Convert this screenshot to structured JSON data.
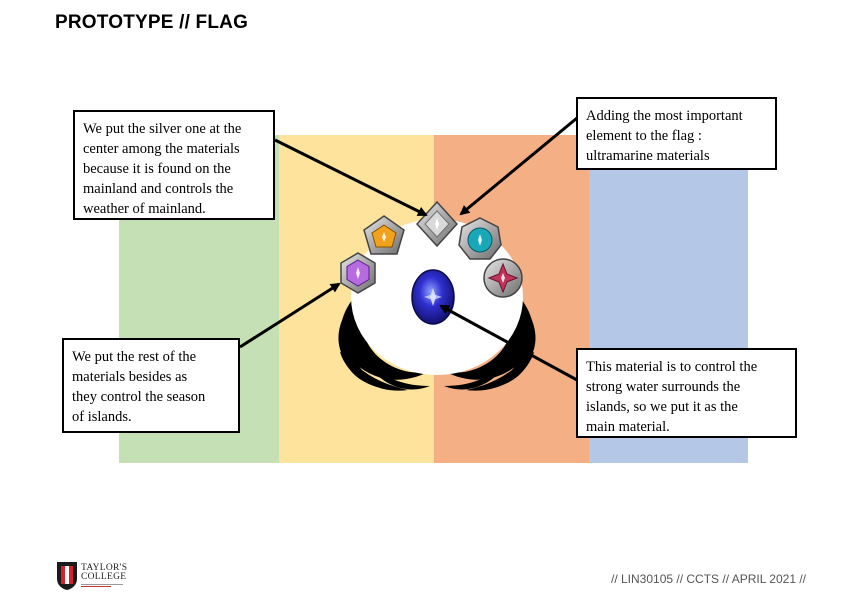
{
  "slide": {
    "title": "PROTOTYPE // FLAG",
    "footer": "// LIN30105 // CCTS // APRIL 2021 //"
  },
  "logo": {
    "line1": "TAYLOR'S",
    "line2": "COLLEGE"
  },
  "flag": {
    "stripe_colors": [
      "#c5e0b4",
      "#fde39b",
      "#f4b084",
      "#b4c7e7"
    ],
    "emblem_center_color": "#ffffff",
    "wing_color": "#000000",
    "main_gem": "ultramarine-gem-icon",
    "side_gems": [
      "purple-gem-icon",
      "orange-gem-icon",
      "silver-gem-icon",
      "teal-gem-icon",
      "crimson-gem-icon"
    ]
  },
  "callouts": {
    "silver": {
      "lines": [
        "We put the silver one at the",
        "center among the materials",
        "because it is found on the",
        "mainland and controls the",
        "weather of mainland."
      ]
    },
    "ultramarine": {
      "lines": [
        "Adding the most important",
        "element to the flag :",
        "ultramarine materials"
      ]
    },
    "rest": {
      "lines": [
        "We put the rest of the",
        "materials besides as",
        "they control the season",
        "of islands."
      ]
    },
    "water": {
      "lines": [
        "This material is to control the",
        "strong water surrounds the",
        "islands, so we put it as the",
        "main material."
      ]
    }
  }
}
